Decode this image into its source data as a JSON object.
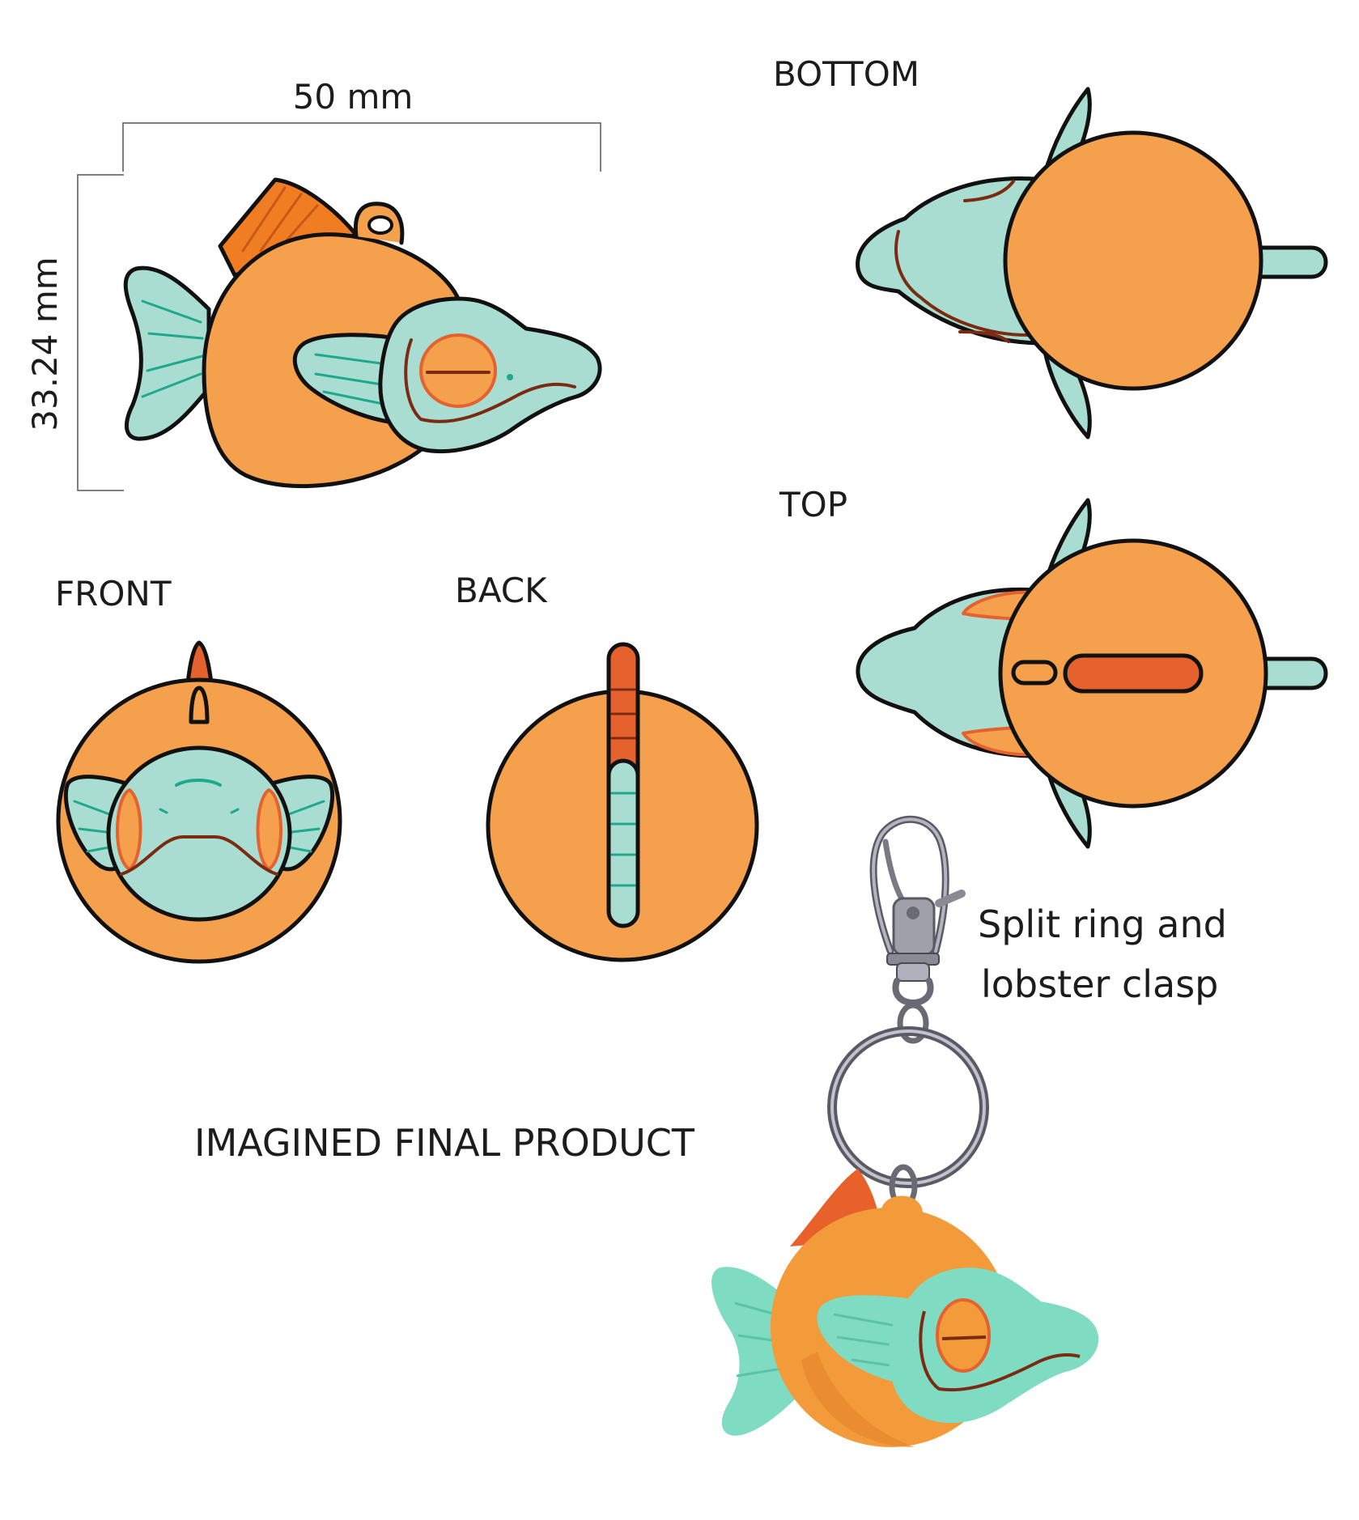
{
  "labels": {
    "width_dim": "50 mm",
    "height_dim": "33.24 mm",
    "bottom": "BOTTOM",
    "top": "TOP",
    "front": "FRONT",
    "back": "BACK",
    "hardware_line1": "Split ring and",
    "hardware_line2": "lobster clasp",
    "final": "IMAGINED FINAL PRODUCT"
  },
  "colors": {
    "body": "#f5a04c",
    "fin": "#a9ddd1",
    "accent": "#e5622e",
    "stripe": "#1fa88a",
    "line": "#111111",
    "mouth": "#7a2b12",
    "metal": "#9a9aa6",
    "final_fin": "#7fdbc2",
    "final_body": "#f39a3a"
  }
}
